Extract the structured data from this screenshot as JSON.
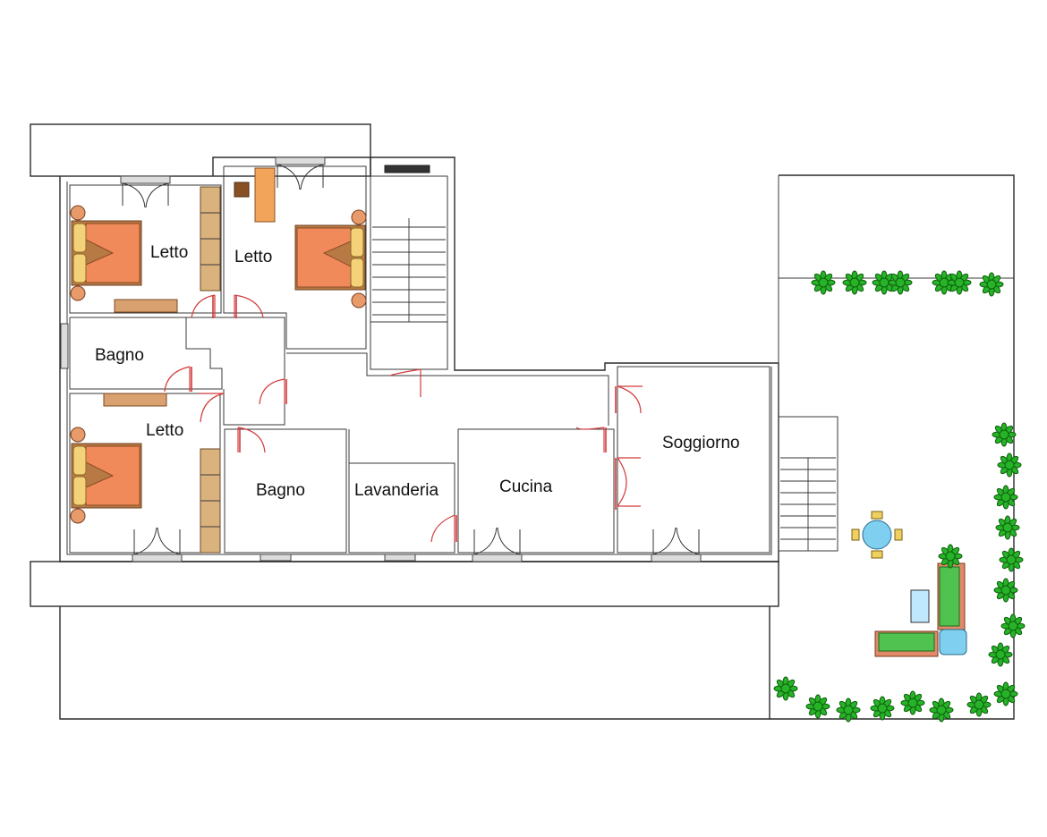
{
  "rooms": {
    "letto_1": "Letto",
    "letto_2": "Letto",
    "letto_3": "Letto",
    "bagno_1": "Bagno",
    "bagno_2": "Bagno",
    "lavanderia": "Lavanderia",
    "cucina": "Cucina",
    "soggiorno": "Soggiorno"
  },
  "colors": {
    "walls": "#2b2b2b",
    "doors": "#d23a3a",
    "plants": "#27b327",
    "bed_sheet": "#f08a5a"
  },
  "icons": [
    "bed-icon",
    "wardrobe-icon",
    "desk-icon",
    "chair-icon",
    "plant-icon",
    "sofa-icon",
    "hot-tub-icon",
    "table-icon",
    "stairs-icon",
    "door-icon",
    "window-icon"
  ]
}
